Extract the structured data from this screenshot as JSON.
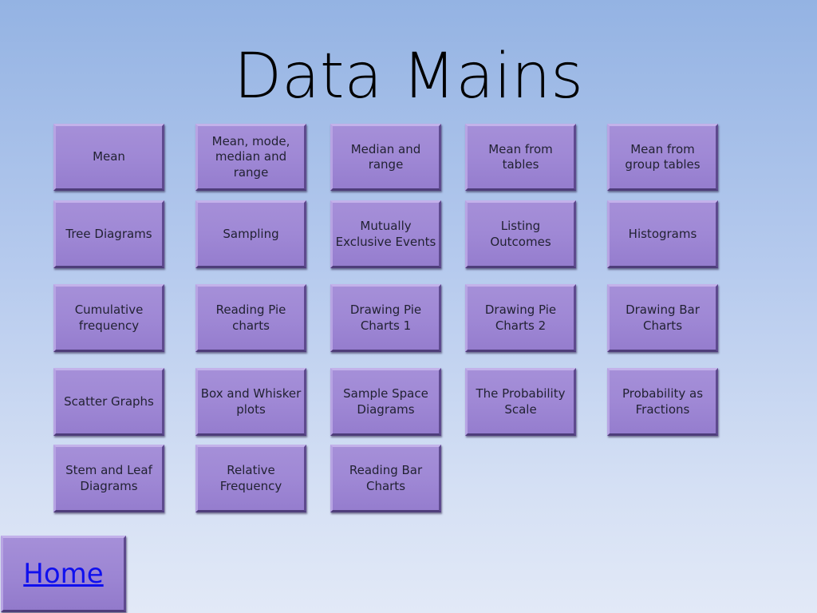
{
  "page": {
    "title": "Data Mains"
  },
  "tiles": [
    {
      "id": "mean",
      "label": "Mean"
    },
    {
      "id": "mean-mode-median-range",
      "label": "Mean, mode, median and range"
    },
    {
      "id": "median-and-range",
      "label": "Median and range"
    },
    {
      "id": "mean-from-tables",
      "label": "Mean from tables"
    },
    {
      "id": "mean-from-group-tables",
      "label": "Mean from group tables"
    },
    {
      "id": "tree-diagrams",
      "label": "Tree Diagrams"
    },
    {
      "id": "sampling",
      "label": "Sampling"
    },
    {
      "id": "mutually-exclusive-events",
      "label": "Mutually Exclusive Events"
    },
    {
      "id": "listing-outcomes",
      "label": "Listing Outcomes"
    },
    {
      "id": "histograms",
      "label": "Histograms"
    },
    {
      "id": "cumulative-frequency",
      "label": "Cumulative frequency"
    },
    {
      "id": "reading-pie-charts",
      "label": "Reading Pie charts"
    },
    {
      "id": "drawing-pie-charts-1",
      "label": "Drawing Pie Charts 1"
    },
    {
      "id": "drawing-pie-charts-2",
      "label": "Drawing Pie Charts 2"
    },
    {
      "id": "drawing-bar-charts",
      "label": "Drawing Bar Charts"
    },
    {
      "id": "scatter-graphs",
      "label": "Scatter Graphs"
    },
    {
      "id": "box-and-whisker-plots",
      "label": "Box and Whisker plots"
    },
    {
      "id": "sample-space-diagrams",
      "label": "Sample Space Diagrams"
    },
    {
      "id": "the-probability-scale",
      "label": "The Probability Scale"
    },
    {
      "id": "probability-as-fractions",
      "label": "Probability as Fractions"
    },
    {
      "id": "stem-and-leaf-diagrams",
      "label": "Stem and Leaf Diagrams"
    },
    {
      "id": "relative-frequency",
      "label": "Relative Frequency"
    },
    {
      "id": "reading-bar-charts",
      "label": "Reading Bar Charts"
    }
  ],
  "home": {
    "label": "Home"
  },
  "colors": {
    "tile": "#9f88d5",
    "tile_text": "#222233",
    "link": "#1010ee",
    "background_top": "#94b3e3",
    "background_bottom": "#e2e9f7"
  }
}
